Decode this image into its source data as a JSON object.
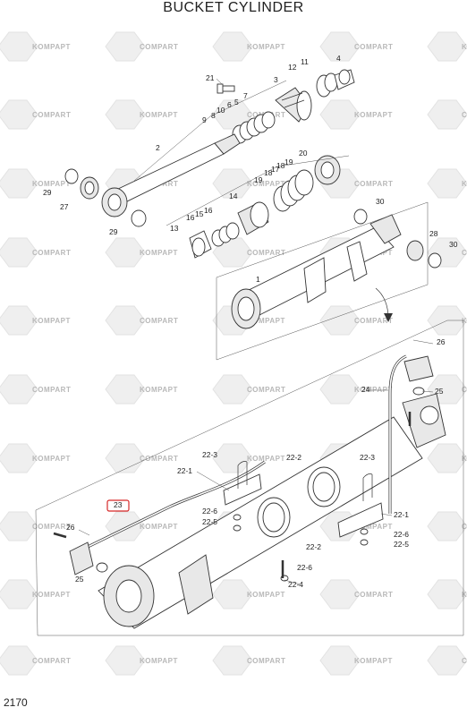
{
  "title": "BUCKET CYLINDER",
  "page_number": "2170",
  "watermarks": [
    "KOMPAPT",
    "COMPART"
  ],
  "labels": {
    "p21": "21",
    "p3": "3",
    "p4": "4",
    "p11": "11",
    "p12": "12",
    "p7": "7",
    "p5": "5",
    "p6": "6",
    "p10": "10",
    "p8": "8",
    "p9": "9",
    "p2": "2",
    "p20": "20",
    "p19a": "19",
    "p18a": "18",
    "p17": "17",
    "p18b": "18",
    "p19b": "19",
    "p29a": "29",
    "p27": "27",
    "p29b": "29",
    "p14": "14",
    "p13": "13",
    "p16a": "16",
    "p15": "15",
    "p16b": "16",
    "p30a": "30",
    "p28": "28",
    "p30b": "30",
    "p1": "1",
    "p26a": "26",
    "p24": "24",
    "p25a": "25",
    "p22_3a": "22-3",
    "p22_2a": "22-2",
    "p22_1a": "22-1",
    "p22_3b": "22-3",
    "p23": "23",
    "p22_6a": "22-6",
    "p22_5a": "22-5",
    "p22_1b": "22-1",
    "p26b": "26",
    "p22_6b": "22-6",
    "p22_5b": "22-5",
    "p22_2b": "22-2",
    "p25b": "25",
    "p22_6c": "22-6",
    "p22_4": "22-4"
  }
}
